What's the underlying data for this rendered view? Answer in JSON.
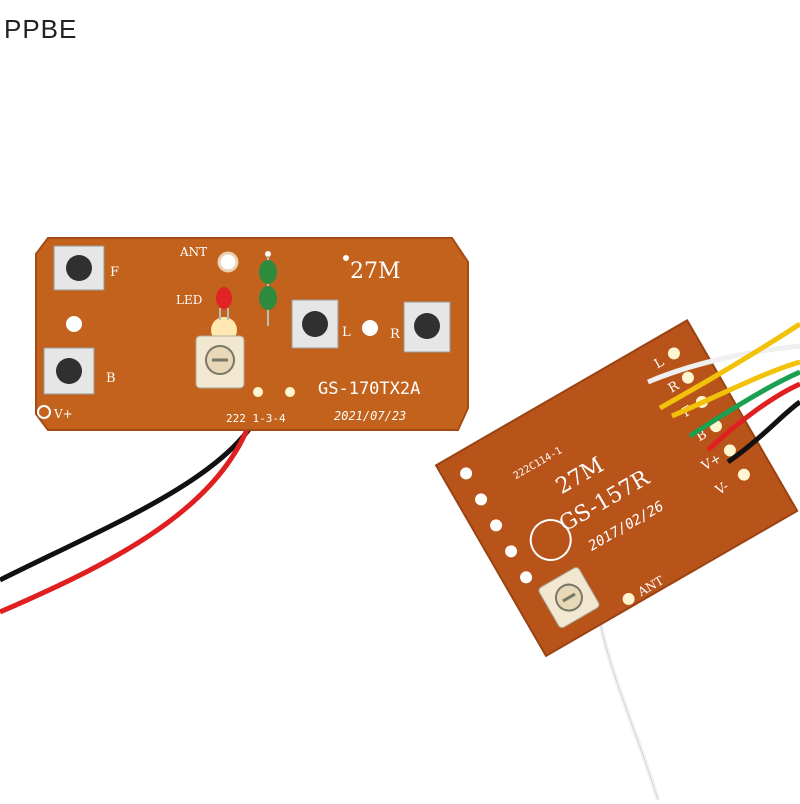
{
  "watermark": "PPBE",
  "colors": {
    "pcb": "#c2621c",
    "pcb_dark": "#a44a12",
    "silk": "#ffffff",
    "button_body": "#303030",
    "wire_red": "#e02020",
    "wire_black": "#111111",
    "wire_yellow": "#f2c20a",
    "wire_green": "#1aa050",
    "wire_white": "#f4f4f4"
  },
  "transmitter": {
    "freq": "27M",
    "model": "GS-170TX2A",
    "date": "2021/07/23",
    "code": "222 1-3-4",
    "labels": {
      "ant": "ANT",
      "led": "LED",
      "f": "F",
      "b": "B",
      "l": "L",
      "r": "R",
      "vplus": "V+"
    }
  },
  "receiver": {
    "freq": "27M",
    "model": "GS-157R",
    "date": "2017/02/26",
    "code": "222C114-1",
    "pins": [
      "L",
      "R",
      "F",
      "B",
      "V+",
      "V-"
    ],
    "ant": "ANT"
  }
}
